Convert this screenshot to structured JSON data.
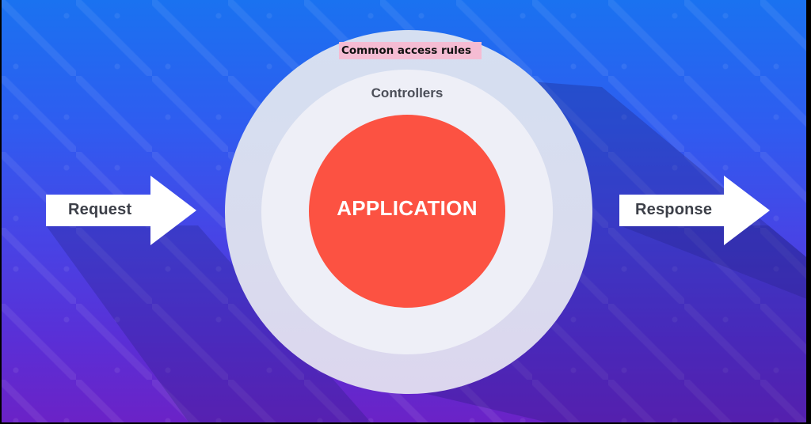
{
  "diagram": {
    "outer_ring_label": "Common access rules",
    "middle_ring_label": "Controllers",
    "core_label": "APPLICATION",
    "left_arrow_label": "Request",
    "right_arrow_label": "Response"
  },
  "colors": {
    "background_top": "#1a72f0",
    "background_bottom": "#6b22c6",
    "outer_ring": "#d7ddf0",
    "inner_ring": "#eeeff7",
    "core": "#fc5242",
    "arrow_fill": "#ffffff",
    "label_highlight": "#f5bcd3"
  }
}
